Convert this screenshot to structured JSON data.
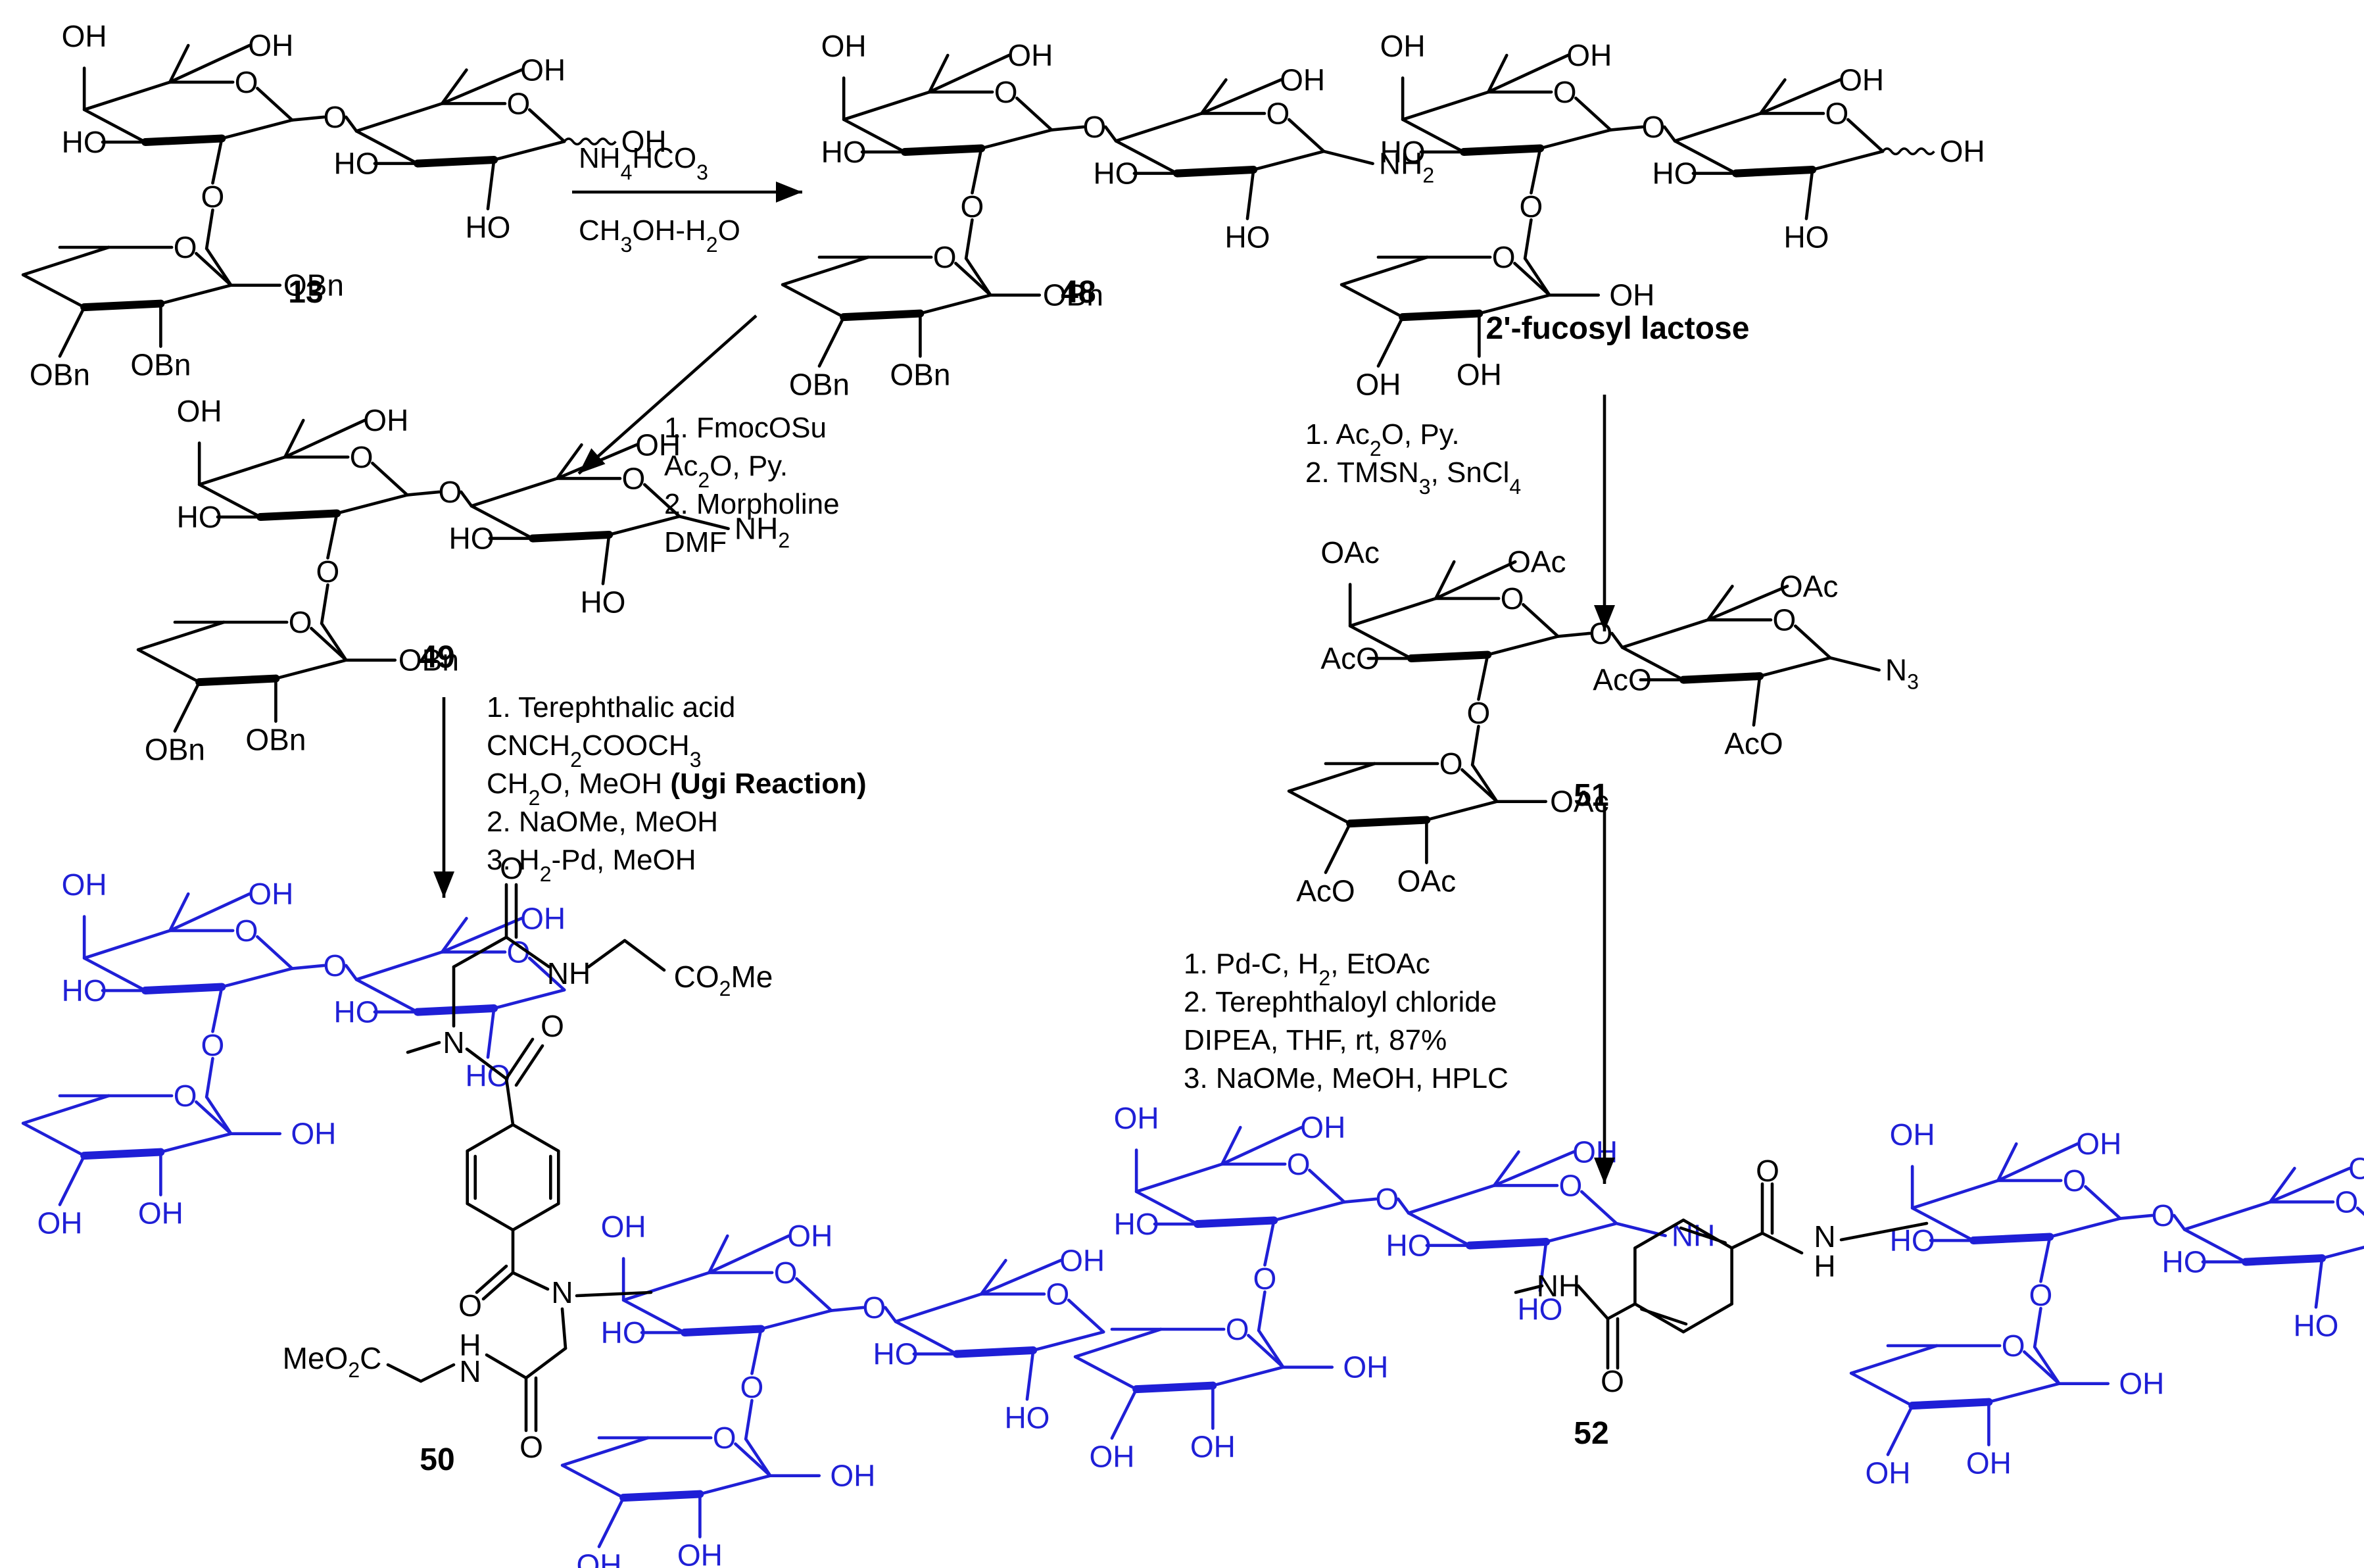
{
  "compounds": {
    "c13": "13",
    "c48": "48",
    "c49": "49",
    "c50": "50",
    "c51": "51",
    "c52": "52",
    "fucosyl": "2'-fucosyl lactose"
  },
  "conditions": {
    "step_13_48": {
      "line1": "NH4HCO3",
      "line2": "CH3OH-H2O"
    },
    "step_48_49": [
      "1. FmocOSu",
      "Ac2O, Py.",
      "2. Morpholine",
      "DMF"
    ],
    "step_fl_51": [
      "1. Ac2O, Py.",
      "2. TMSN3, SnCl4"
    ],
    "step_49_50": {
      "line1": "1. Terephthalic acid",
      "line2": "CNCH2COOCH3",
      "line3": "CH2O, MeOH",
      "line3_bold": "(Ugi Reaction)",
      "line4": "2.  NaOMe, MeOH",
      "line5": "3. H2-Pd, MeOH"
    },
    "step_51_52": [
      "1. Pd-C, H2, EtOAc",
      "2. Terephthaloyl chloride",
      "DIPEA, THF, rt, 87%",
      "3. NaOMe, MeOH, HPLC"
    ]
  },
  "atom_labels": {
    "OH": "OH",
    "HO": "HO",
    "O": "O",
    "OBn": "OBn",
    "OAc": "OAc",
    "AcO": "AcO",
    "NH2": "NH2",
    "N3": "N3",
    "N": "N",
    "NH": "NH",
    "H": "H",
    "CO2Me": "CO2Me",
    "MeO2C": "MeO2C"
  },
  "colors": {
    "ink": "#000000",
    "sugar_highlight": "#1f1fd6"
  }
}
